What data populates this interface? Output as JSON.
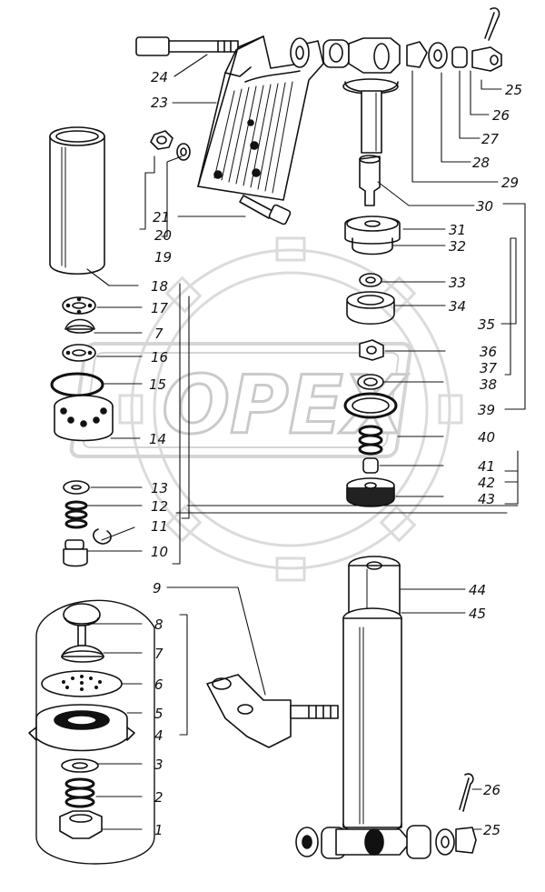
{
  "diagram": {
    "watermark_text": "OPEX",
    "labels": {
      "l1": "1",
      "l2": "2",
      "l3": "3",
      "l4": "4",
      "l5": "5",
      "l6": "6",
      "l7a": "7",
      "l7b": "7",
      "l8": "8",
      "l9": "9",
      "l10": "10",
      "l11": "11",
      "l12": "12",
      "l13": "13",
      "l14": "14",
      "l15": "15",
      "l16": "16",
      "l17": "17",
      "l18": "18",
      "l19": "19",
      "l20": "20",
      "l21": "21",
      "l23": "23",
      "l24": "24",
      "l25a": "25",
      "l25b": "25",
      "l26a": "26",
      "l26b": "26",
      "l27": "27",
      "l28": "28",
      "l29": "29",
      "l30": "30",
      "l31": "31",
      "l32": "32",
      "l33": "33",
      "l34": "34",
      "l35": "35",
      "l36": "36",
      "l37": "37",
      "l38": "38",
      "l39": "39",
      "l40": "40",
      "l41": "41",
      "l42": "42",
      "l43": "43",
      "l44": "44",
      "l45": "45"
    }
  }
}
